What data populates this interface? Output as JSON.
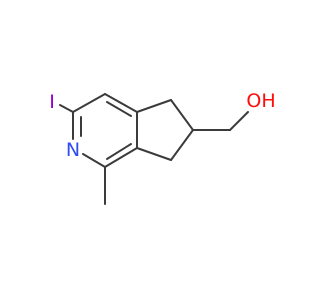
{
  "molecule": {
    "atoms": {
      "iodine": "I",
      "nitrogen": "N",
      "hydroxyl": "OH"
    },
    "colors": {
      "bond": "#3b3b3b",
      "iodine": "#9400d3",
      "nitrogen": "#2f4cf0",
      "oxygen": "#ff0d0d"
    }
  }
}
